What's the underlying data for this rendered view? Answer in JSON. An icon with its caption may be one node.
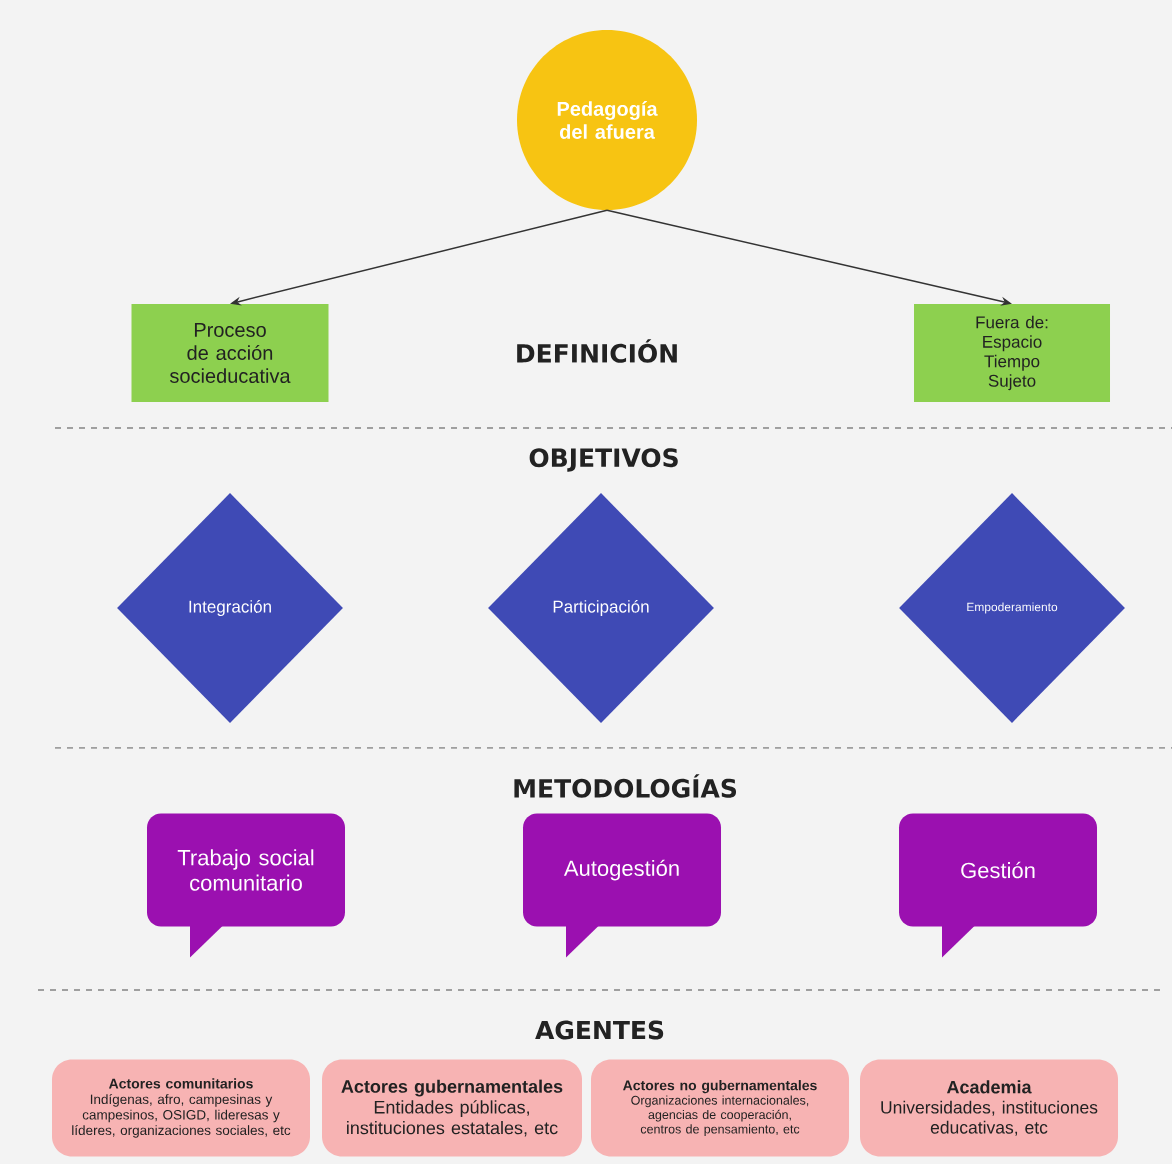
{
  "diagram": {
    "nodes": [
      {
        "text": [
          "Pedagogía del afuera"
        ]
      },
      {
        "text": [
          "Proceso de acción socieducativa"
        ]
      },
      {
        "text": [
          "Fuera de:",
          "Espacio Tiempo Sujeto"
        ]
      },
      {
        "text": [
          "Integración"
        ]
      },
      {
        "text": [
          "Participación"
        ]
      },
      {
        "text": [
          "Empoderamiento"
        ]
      },
      {
        "text": [
          "Trabajo social comunitario"
        ]
      },
      {
        "text": [
          "Autogestión"
        ]
      },
      {
        "text": [
          "Gestión"
        ]
      },
      {
        "text": [
          "Actores comunitarios",
          "Indígenas, afro, campesinas y campesinos, OSIGD, lideresas y líderes, organizaciones sociales, etc"
        ]
      },
      {
        "text": [
          "Actores gubernamentales",
          "Entidades públicas, instituciones estatales, etc"
        ]
      },
      {
        "text": [
          "Actores no gubernamentales",
          "Organizaciones internacionales, agencias de cooperación, centros de pensamiento, etc"
        ]
      },
      {
        "text": [
          "Academia",
          "Universidades, instituciones educativas, etc"
        ]
      }
    ],
    "edges": [
      {
        "from": 0,
        "to": 1,
        "arrow": "to"
      },
      {
        "from": 0,
        "to": 2,
        "arrow": "to"
      }
    ],
    "labels": [
      "DEFINICIÓN",
      "OBJETIVOS",
      "METODOLOGÍAS",
      "AGENTES"
    ]
  }
}
